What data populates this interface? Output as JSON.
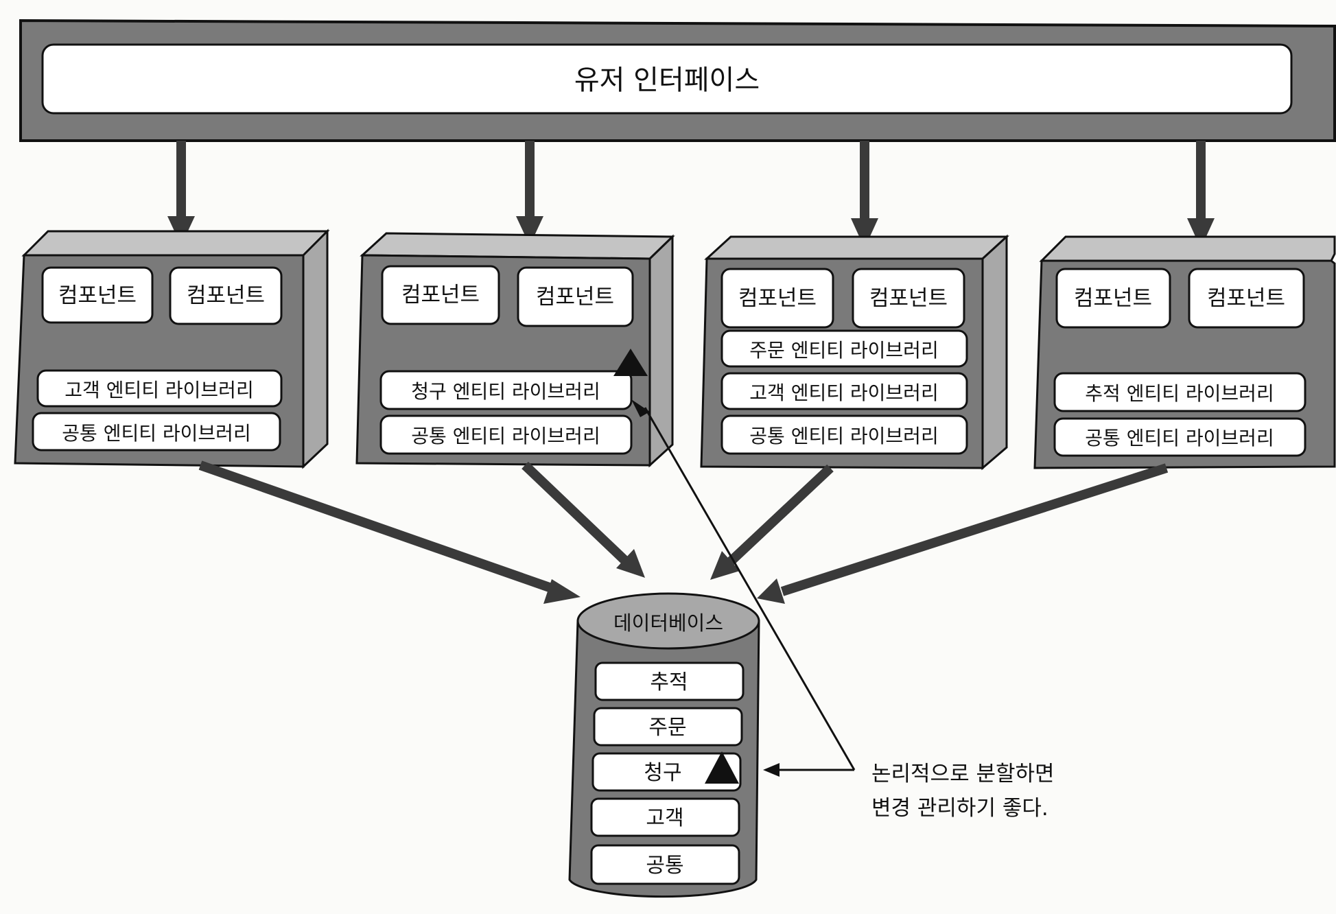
{
  "user_interface": {
    "label": "유저 인터페이스"
  },
  "services": [
    {
      "components": [
        "컴포넌트",
        "컴포넌트"
      ],
      "libraries": [
        "고객 엔티티 라이브러리",
        "공통 엔티티 라이브러리"
      ]
    },
    {
      "components": [
        "컴포넌트",
        "컴포넌트"
      ],
      "libraries": [
        "청구 엔티티 라이브러리",
        "공통 엔티티 라이브러리"
      ]
    },
    {
      "components": [
        "컴포넌트",
        "컴포넌트"
      ],
      "libraries": [
        "주문 엔티티 라이브러리",
        "고객 엔티티 라이브러리",
        "공통 엔티티 라이브러리"
      ]
    },
    {
      "components": [
        "컴포넌트",
        "컴포넌트"
      ],
      "libraries": [
        "추적 엔티티 라이브러리",
        "공통 엔티티 라이브러리"
      ]
    }
  ],
  "database": {
    "title": "데이터베이스",
    "partitions": [
      "추적",
      "주문",
      "청구",
      "고객",
      "공통"
    ]
  },
  "annotation": {
    "line1": "논리적으로 분할하면",
    "line2": "변경 관리하기 좋다."
  },
  "colors": {
    "box_fill": "#7a7a7a",
    "box_side": "#a8a8a8",
    "box_top": "#c4c4c4",
    "pill_fill": "#ffffff",
    "stroke": "#111111",
    "arrow": "#3a3a3a"
  }
}
